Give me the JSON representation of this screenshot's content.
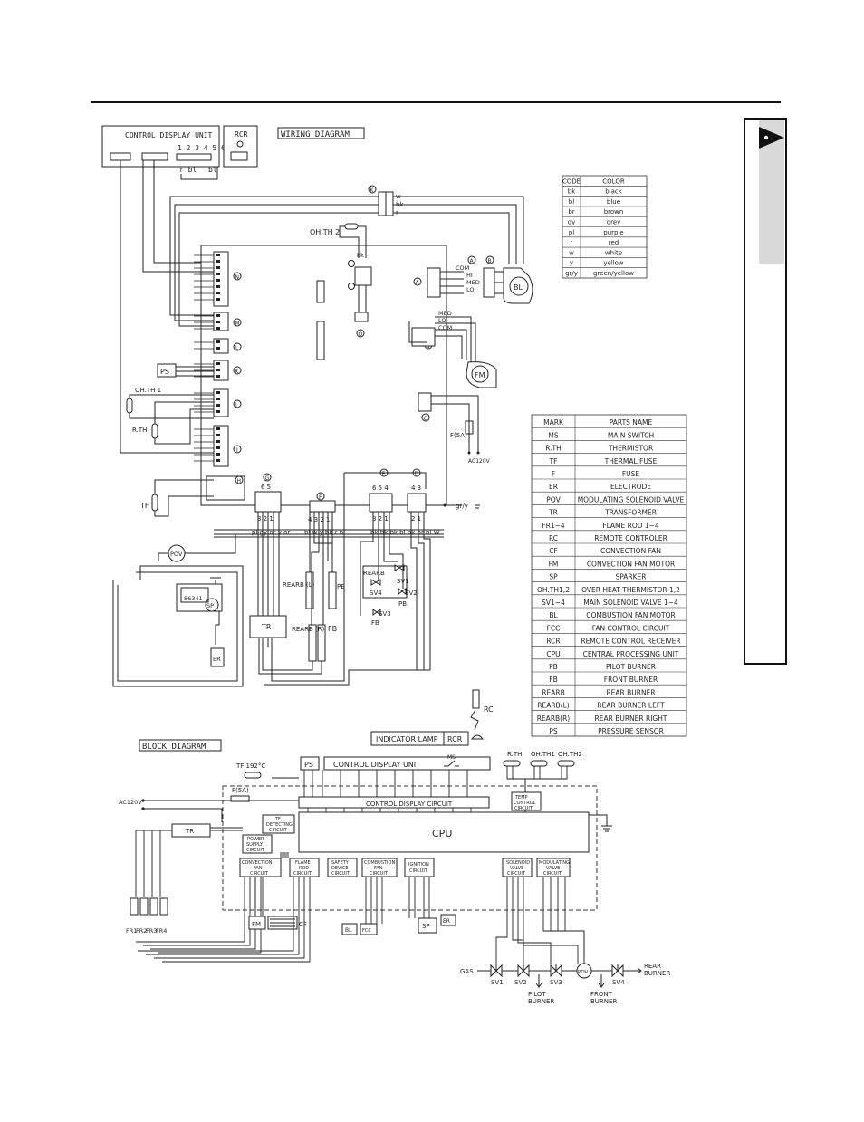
{
  "wiring": {
    "title": "WIRING DIAGRAM",
    "control_display_unit": "CONTROL DISPLAY UNIT",
    "pin_numbers": "1 2 3 4 5 6",
    "rcr": "RCR",
    "rbl_label": "r bl",
    "bl_label": "bl",
    "oh_th2": "OH.TH 2",
    "oh_th1": "OH.TH 1",
    "rth": "R.TH",
    "ps": "PS",
    "tf": "TF",
    "pov": "POV",
    "sp": "SP",
    "er": "ER",
    "tr": "TR",
    "fm": "FM",
    "bl_motor": "BL",
    "fuse": "F(5A)",
    "ac": "AC120V",
    "ground": "gr/y",
    "rearb_l": "REARB (L)",
    "rearb_r": "REARB (R)",
    "pb": "PB",
    "fb": "FB",
    "rearb": "REARB",
    "sv1": "SV1",
    "sv2": "SV2",
    "sv3": "SV3",
    "sv4": "SV4",
    "ic_label": "86341",
    "conn_a": "A",
    "conn_b": "B",
    "conn_c": "C",
    "conn_d": "D",
    "conn_e": "E",
    "conn_f": "F",
    "conn_g": "G",
    "conn_h": "H",
    "conn_i": "I",
    "conn_j": "J",
    "conn_k": "K",
    "conn_l": "L",
    "conn_m": "M",
    "conn_n": "N",
    "conn_o": "O",
    "med": "MED",
    "lo": "LO",
    "com": "COM",
    "hi": "HI",
    "w_bk_r": [
      "w",
      "bk",
      "r"
    ],
    "g_pins": "6 5",
    "g_pins_b": "3 2 1",
    "f_pins": "4 3 2 1",
    "e_pins": "6 5 4",
    "e_pins_b": "3 2 1",
    "d_pins": "4 3",
    "d_pins_b": "2 1",
    "g_wires": "pl gy or y or",
    "f_wires": "bl w y bk r bl",
    "e_wires": "bk bk bk bl bk br bl W"
  },
  "color_table": {
    "headers": [
      "CODE",
      "COLOR"
    ],
    "rows": [
      [
        "bk",
        "black"
      ],
      [
        "bl",
        "blue"
      ],
      [
        "br",
        "brown"
      ],
      [
        "gy",
        "grey"
      ],
      [
        "pl",
        "purple"
      ],
      [
        "r",
        "red"
      ],
      [
        "w",
        "white"
      ],
      [
        "y",
        "yellow"
      ],
      [
        "gr/y",
        "green/yellow"
      ]
    ]
  },
  "parts_table": {
    "headers": [
      "MARK",
      "PARTS NAME"
    ],
    "rows": [
      [
        "MS",
        "MAIN SWITCH"
      ],
      [
        "R.TH",
        "THERMISTOR"
      ],
      [
        "TF",
        "THERMAL FUSE"
      ],
      [
        "F",
        "FUSE"
      ],
      [
        "ER",
        "ELECTRODE"
      ],
      [
        "POV",
        "MODULATING SOLENOID VALVE"
      ],
      [
        "TR",
        "TRANSFORMER"
      ],
      [
        "FR1~4",
        "FLAME ROD 1~4"
      ],
      [
        "RC",
        "REMOTE CONTROLER"
      ],
      [
        "CF",
        "CONVECTION FAN"
      ],
      [
        "FM",
        "CONVECTION FAN MOTOR"
      ],
      [
        "SP",
        "SPARKER"
      ],
      [
        "OH.TH1,2",
        "OVER HEAT THERMISTOR 1,2"
      ],
      [
        "SV1~4",
        "MAIN SOLENOID VALVE 1~4"
      ],
      [
        "BL",
        "COMBUSTION FAN MOTOR"
      ],
      [
        "FCC",
        "FAN CONTROL CIRCUIT"
      ],
      [
        "RCR",
        "REMOTE CONTROL RECEIVER"
      ],
      [
        "CPU",
        "CENTRAL PROCESSING UNIT"
      ],
      [
        "PB",
        "PILOT BURNER"
      ],
      [
        "FB",
        "FRONT BURNER"
      ],
      [
        "REARB",
        "REAR BURNER"
      ],
      [
        "REARB(L)",
        "REAR BURNER LEFT"
      ],
      [
        "REARB(R)",
        "REAR BURNER RIGHT"
      ],
      [
        "PS",
        "PRESSURE SENSOR"
      ]
    ]
  },
  "block": {
    "title": "BLOCK DIAGRAM",
    "indicator_lamp": "INDICATOR LAMP",
    "rcr": "RCR",
    "rc": "RC",
    "ps": "PS",
    "control_display_unit": "CONTROL DISPLAY UNIT",
    "ms": "MS",
    "rth": "R.TH",
    "ohth1": "OH.TH1",
    "ohth2": "OH.TH2",
    "tf": "TF 192°C",
    "fuse": "F(5A)",
    "ac": "AC120V",
    "control_display_circuit": "CONTROL DISPLAY CIRCUIT",
    "temp_control": [
      "TEMP",
      "CONTROL",
      "CIRCUIT"
    ],
    "tf_detecting": [
      "TF",
      "DETECTING",
      "CIRCUIT"
    ],
    "cpu": "CPU",
    "tr": "TR",
    "power_supply": [
      "POWER",
      "SUPPLY",
      "CIRCUIT"
    ],
    "convection_fan": [
      "CONVECTION",
      "FAN",
      "CIRCUIT"
    ],
    "flame_rod": [
      "FLAME",
      "ROD",
      "CIRCUIT"
    ],
    "safety_device": [
      "SAFETY",
      "DEVICE",
      "CIRCUIT"
    ],
    "combustion_fan": [
      "COMBUSTION",
      "FAN",
      "CIRCUIT"
    ],
    "ignition": [
      "IGNITION",
      "CIRCUIT"
    ],
    "solenoid_valve": [
      "SOLENOID",
      "VALVE",
      "CIRCUIT"
    ],
    "modulating_valve": [
      "MODULATING",
      "VALVE",
      "CIRCUIT"
    ],
    "fm": "FM",
    "cf": "CF",
    "bl": "BL",
    "fcc": "FCC",
    "sp": "SP",
    "er": "ER",
    "fr": [
      "FR1",
      "FR2",
      "FR3",
      "FR4"
    ],
    "gas": "GAS",
    "sv1": "SV1",
    "sv2": "SV2",
    "sv3": "SV3",
    "sv4": "SV4",
    "pov": "POV",
    "pilot_burner": [
      "PILOT",
      "BURNER"
    ],
    "front_burner": [
      "FRONT",
      "BURNER"
    ],
    "rear_burner": [
      "REAR",
      "BURNER"
    ]
  }
}
